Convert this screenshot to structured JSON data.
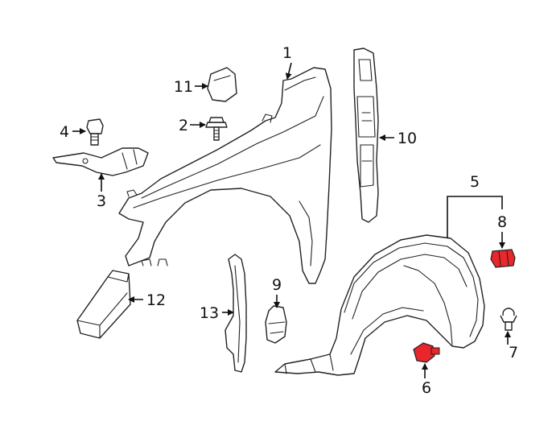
{
  "diagram": {
    "callouts": {
      "c1": "1",
      "c2": "2",
      "c3": "3",
      "c4": "4",
      "c5": "5",
      "c6": "6",
      "c7": "7",
      "c8": "8",
      "c9": "9",
      "c10": "10",
      "c11": "11",
      "c12": "12",
      "c13": "13"
    },
    "highlight_color": "#e8262b",
    "line_color": "#222222"
  }
}
